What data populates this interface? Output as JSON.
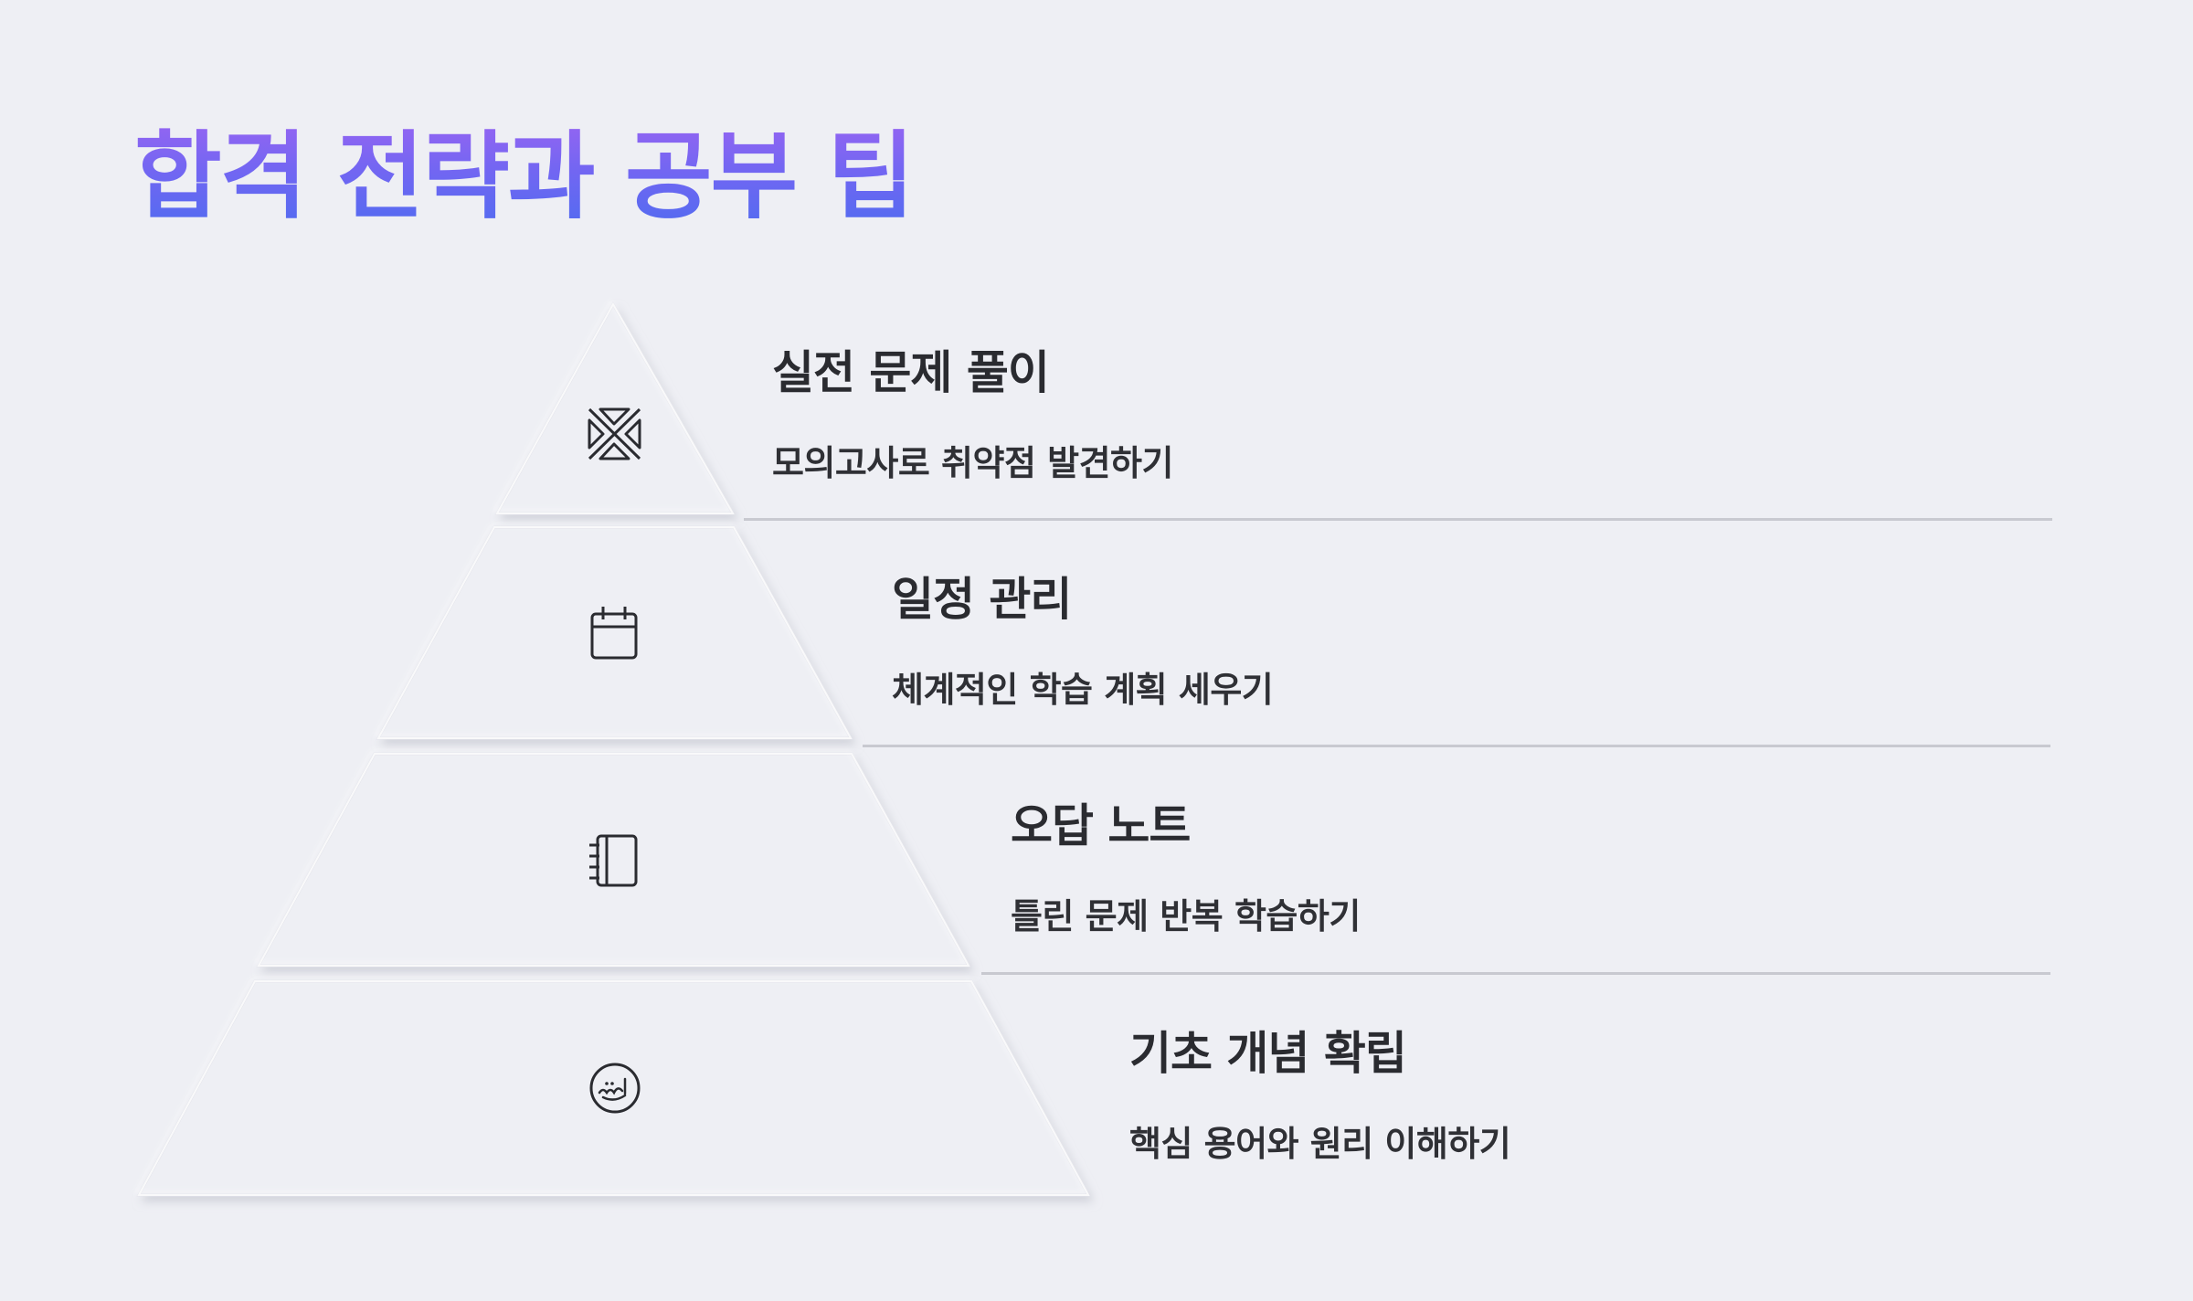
{
  "title": "합격 전략과 공부 팁",
  "tiers": [
    {
      "icon": "crossed-arrows-icon",
      "heading": "실전 문제 풀이",
      "description": "모의고사로 취약점 발견하기"
    },
    {
      "icon": "calendar-icon",
      "heading": "일정 관리",
      "description": "체계적인 학습 계획 세우기"
    },
    {
      "icon": "notebook-icon",
      "heading": "오답 노트",
      "description": "틀린 문제 반복 학습하기"
    },
    {
      "icon": "arabic-sunnah-seal-icon",
      "heading": "기초 개념 확립",
      "description": "핵심 용어와 원리 이해하기"
    }
  ],
  "colors": {
    "background": "#eeeff4",
    "title_gradient": [
      "#a564f2",
      "#4d6cf0"
    ],
    "text": "#2a2b30",
    "divider": "#c8c9d0"
  }
}
